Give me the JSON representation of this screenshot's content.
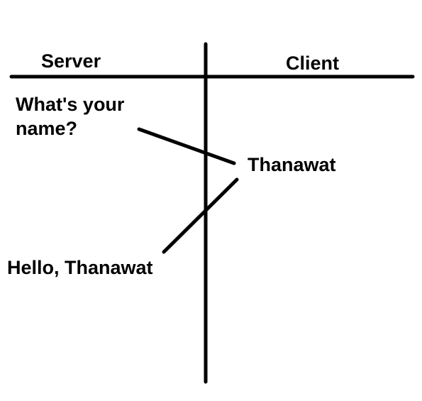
{
  "columns": {
    "server_label": "Server",
    "client_label": "Client"
  },
  "messages": [
    {
      "from": "server",
      "text_line1": "What's your",
      "text_line2": "name?"
    },
    {
      "from": "client",
      "text": "Thanawat"
    },
    {
      "from": "server",
      "text": "Hello, Thanawat"
    }
  ],
  "colors": {
    "ink": "#000000",
    "background": "#ffffff"
  }
}
